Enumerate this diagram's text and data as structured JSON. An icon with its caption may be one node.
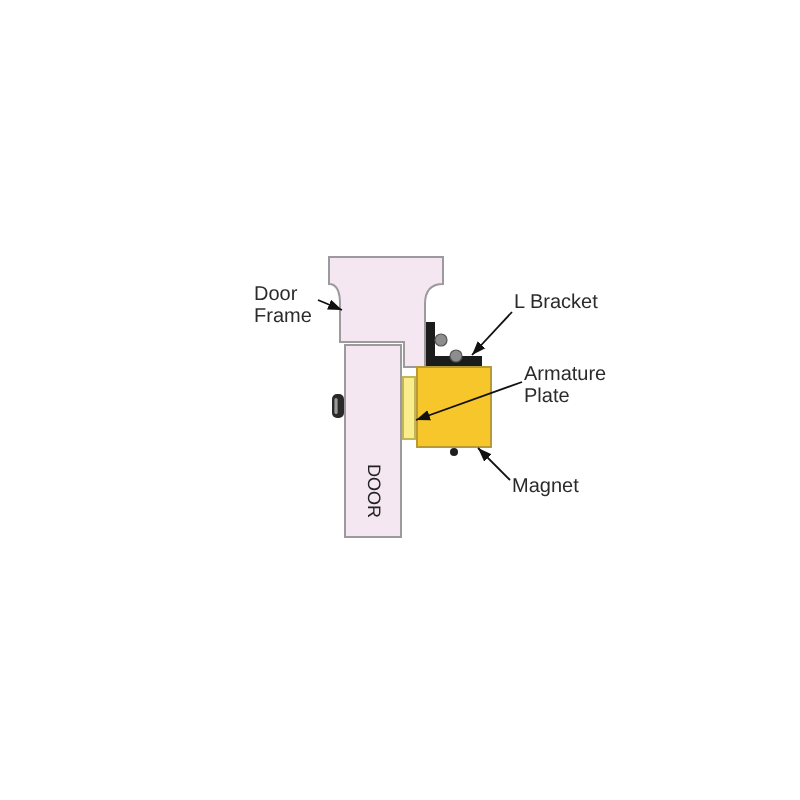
{
  "diagram": {
    "nodes": [
      {
        "text": [
          "Door Frame"
        ]
      },
      {
        "text": [],
        "shape": "box"
      },
      {
        "text": [
          "L Bracket"
        ]
      },
      {
        "text": [],
        "shape": "bar"
      },
      {
        "text": [
          "Armature Plate"
        ]
      },
      {
        "text": [],
        "shape": "box"
      },
      {
        "text": [],
        "shape": "box"
      },
      {
        "text": [
          "Magnet"
        ]
      },
      {
        "text": [
          "DOOR"
        ]
      }
    ],
    "edges": [
      {
        "from": 0,
        "to": 1,
        "arrow": "to"
      },
      {
        "from": 2,
        "to": 3,
        "arrow": "to"
      },
      {
        "from": 4,
        "to": 5,
        "arrow": "to"
      },
      {
        "from": 7,
        "to": 6,
        "arrow": "to"
      }
    ]
  }
}
